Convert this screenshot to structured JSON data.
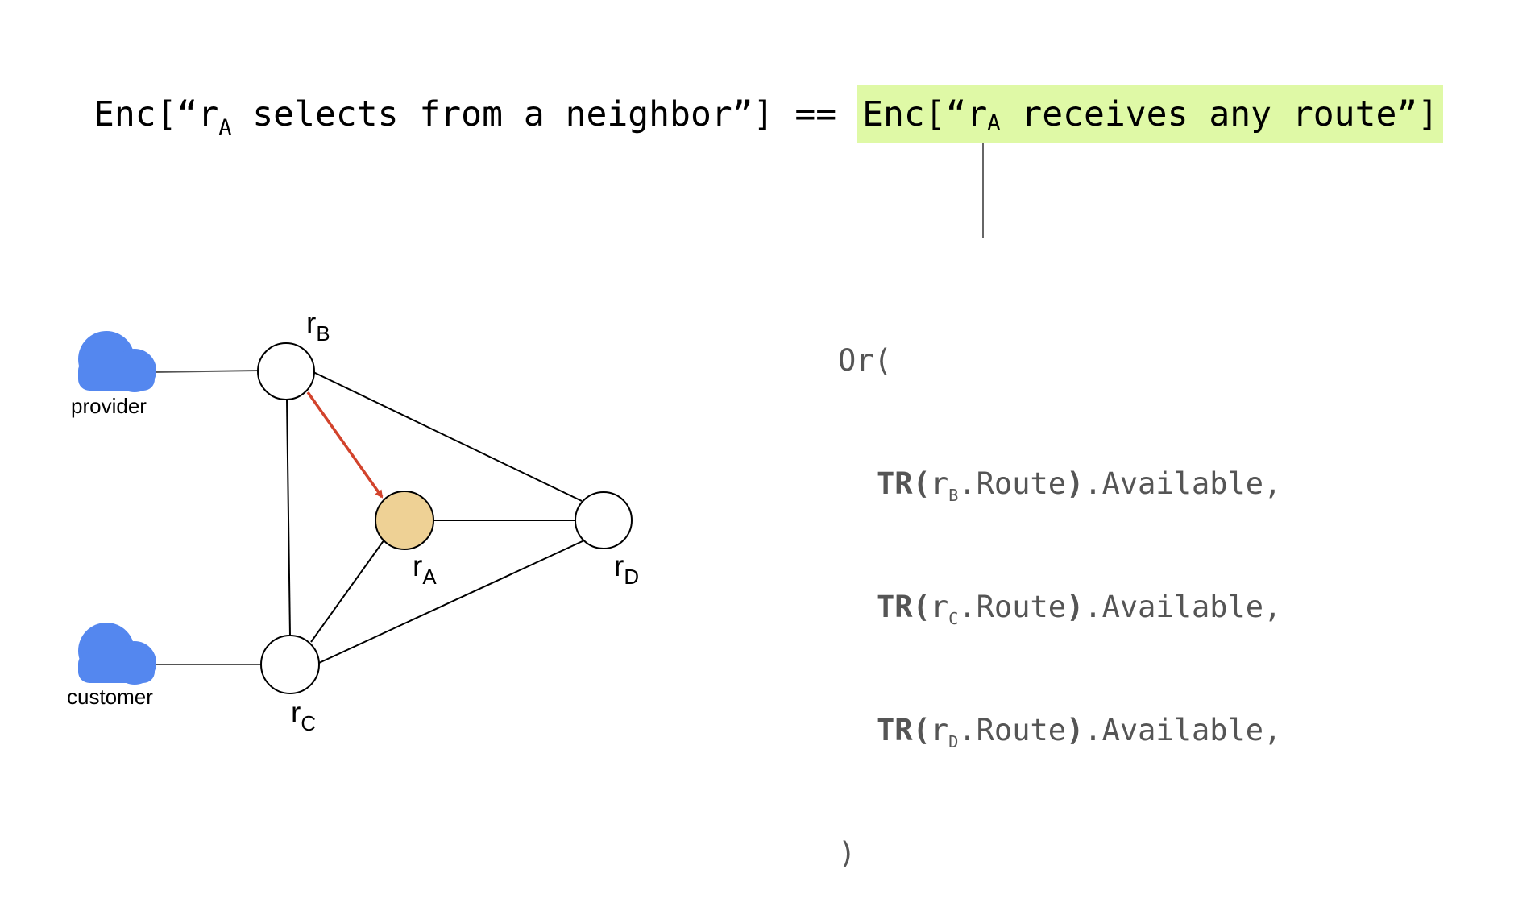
{
  "equation": {
    "left_prefix": "Enc[“r",
    "left_sub": "A",
    "left_suffix": " selects from a neighbor”]",
    "operator": " == ",
    "right_prefix": "Enc[“r",
    "right_sub": "A",
    "right_suffix": " receives any route”]",
    "highlight_color": "#dff9a6"
  },
  "code": {
    "open": "Or(",
    "lines": [
      {
        "kw": "TR",
        "open_paren": "(",
        "var": "r",
        "sub": "B",
        "field": ".Route",
        "close_paren": ")",
        "tail": ".Available,"
      },
      {
        "kw": "TR",
        "open_paren": "(",
        "var": "r",
        "sub": "C",
        "field": ".Route",
        "close_paren": ")",
        "tail": ".Available,"
      },
      {
        "kw": "TR",
        "open_paren": "(",
        "var": "r",
        "sub": "D",
        "field": ".Route",
        "close_paren": ")",
        "tail": ".Available,"
      }
    ],
    "close": ")"
  },
  "graph": {
    "nodes": [
      {
        "id": "rB",
        "base": "r",
        "sub": "B",
        "fill": "#ffffff"
      },
      {
        "id": "rA",
        "base": "r",
        "sub": "A",
        "fill": "#eed195"
      },
      {
        "id": "rD",
        "base": "r",
        "sub": "D",
        "fill": "#ffffff"
      },
      {
        "id": "rC",
        "base": "r",
        "sub": "C",
        "fill": "#ffffff"
      }
    ],
    "clouds": [
      {
        "id": "provider",
        "label": "provider",
        "color": "#5487ef"
      },
      {
        "id": "customer",
        "label": "customer",
        "color": "#5487ef"
      }
    ],
    "arrow": {
      "from": "rB",
      "to": "rA",
      "color": "#d2432c"
    }
  }
}
